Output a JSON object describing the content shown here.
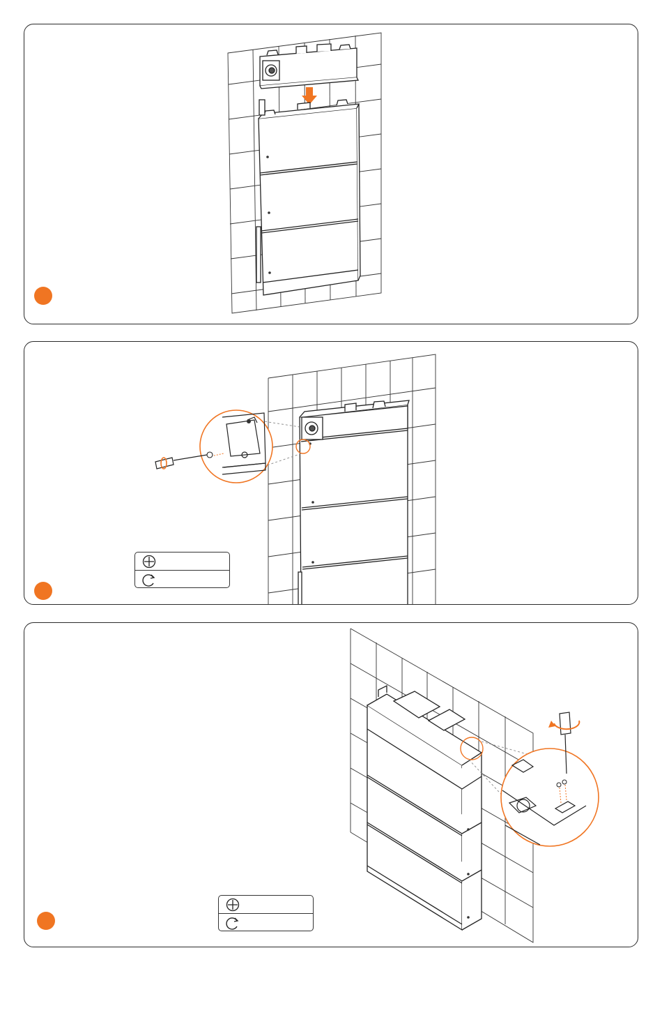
{
  "colors": {
    "accent": "#f07522",
    "line": "#333333",
    "frame": "#2a2a2a",
    "background": "#ffffff"
  },
  "steps": [
    {
      "id": 1,
      "icons": [
        "battery-stack",
        "bms-top-module",
        "down-arrow-icon"
      ]
    },
    {
      "id": 2,
      "icons": [
        "battery-stack",
        "screwdriver-icon",
        "zoom-callout"
      ],
      "spec": {
        "bit_icon": "phillips-head-icon",
        "rotation_icon": "clockwise-rotation-icon",
        "torque": ""
      }
    },
    {
      "id": 3,
      "icons": [
        "battery-stack",
        "screwdriver-icon",
        "zoom-callout",
        "rotate-arrow-icon"
      ],
      "spec": {
        "bit_icon": "phillips-head-icon",
        "rotation_icon": "clockwise-rotation-icon",
        "torque": ""
      }
    }
  ]
}
